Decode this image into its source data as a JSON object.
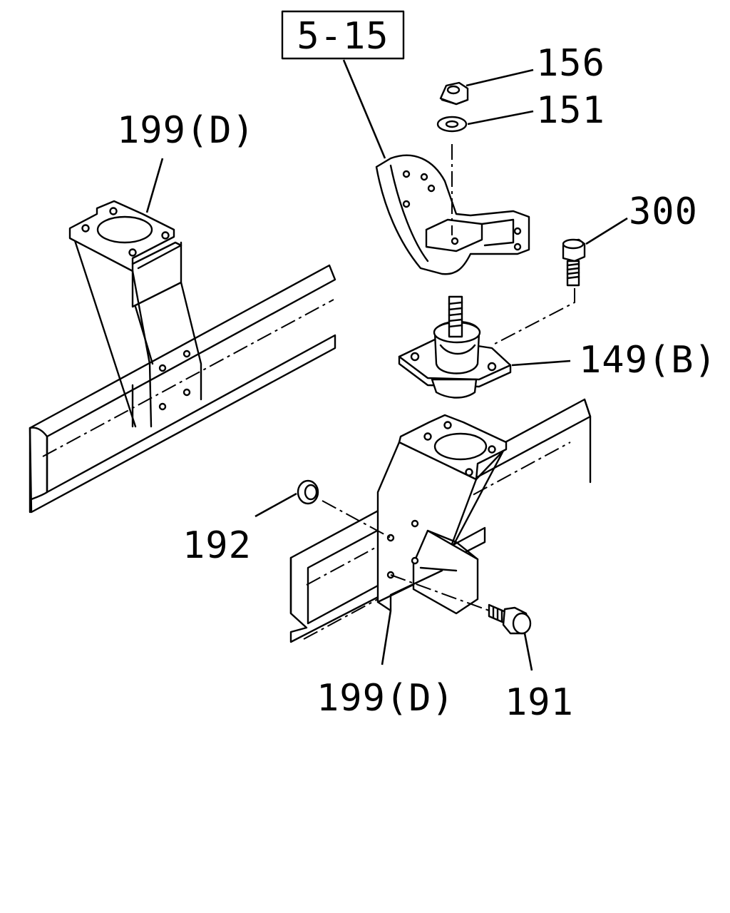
{
  "reference_box": {
    "label": "5-15"
  },
  "callouts": [
    {
      "id": "part-156",
      "label": "156"
    },
    {
      "id": "part-151",
      "label": "151"
    },
    {
      "id": "part-300",
      "label": "300"
    },
    {
      "id": "part-149b",
      "label": "149(B)"
    },
    {
      "id": "part-199d-top",
      "label": "199(D)"
    },
    {
      "id": "part-192",
      "label": "192"
    },
    {
      "id": "part-199d-bottom",
      "label": "199(D)"
    },
    {
      "id": "part-191",
      "label": "191"
    }
  ]
}
